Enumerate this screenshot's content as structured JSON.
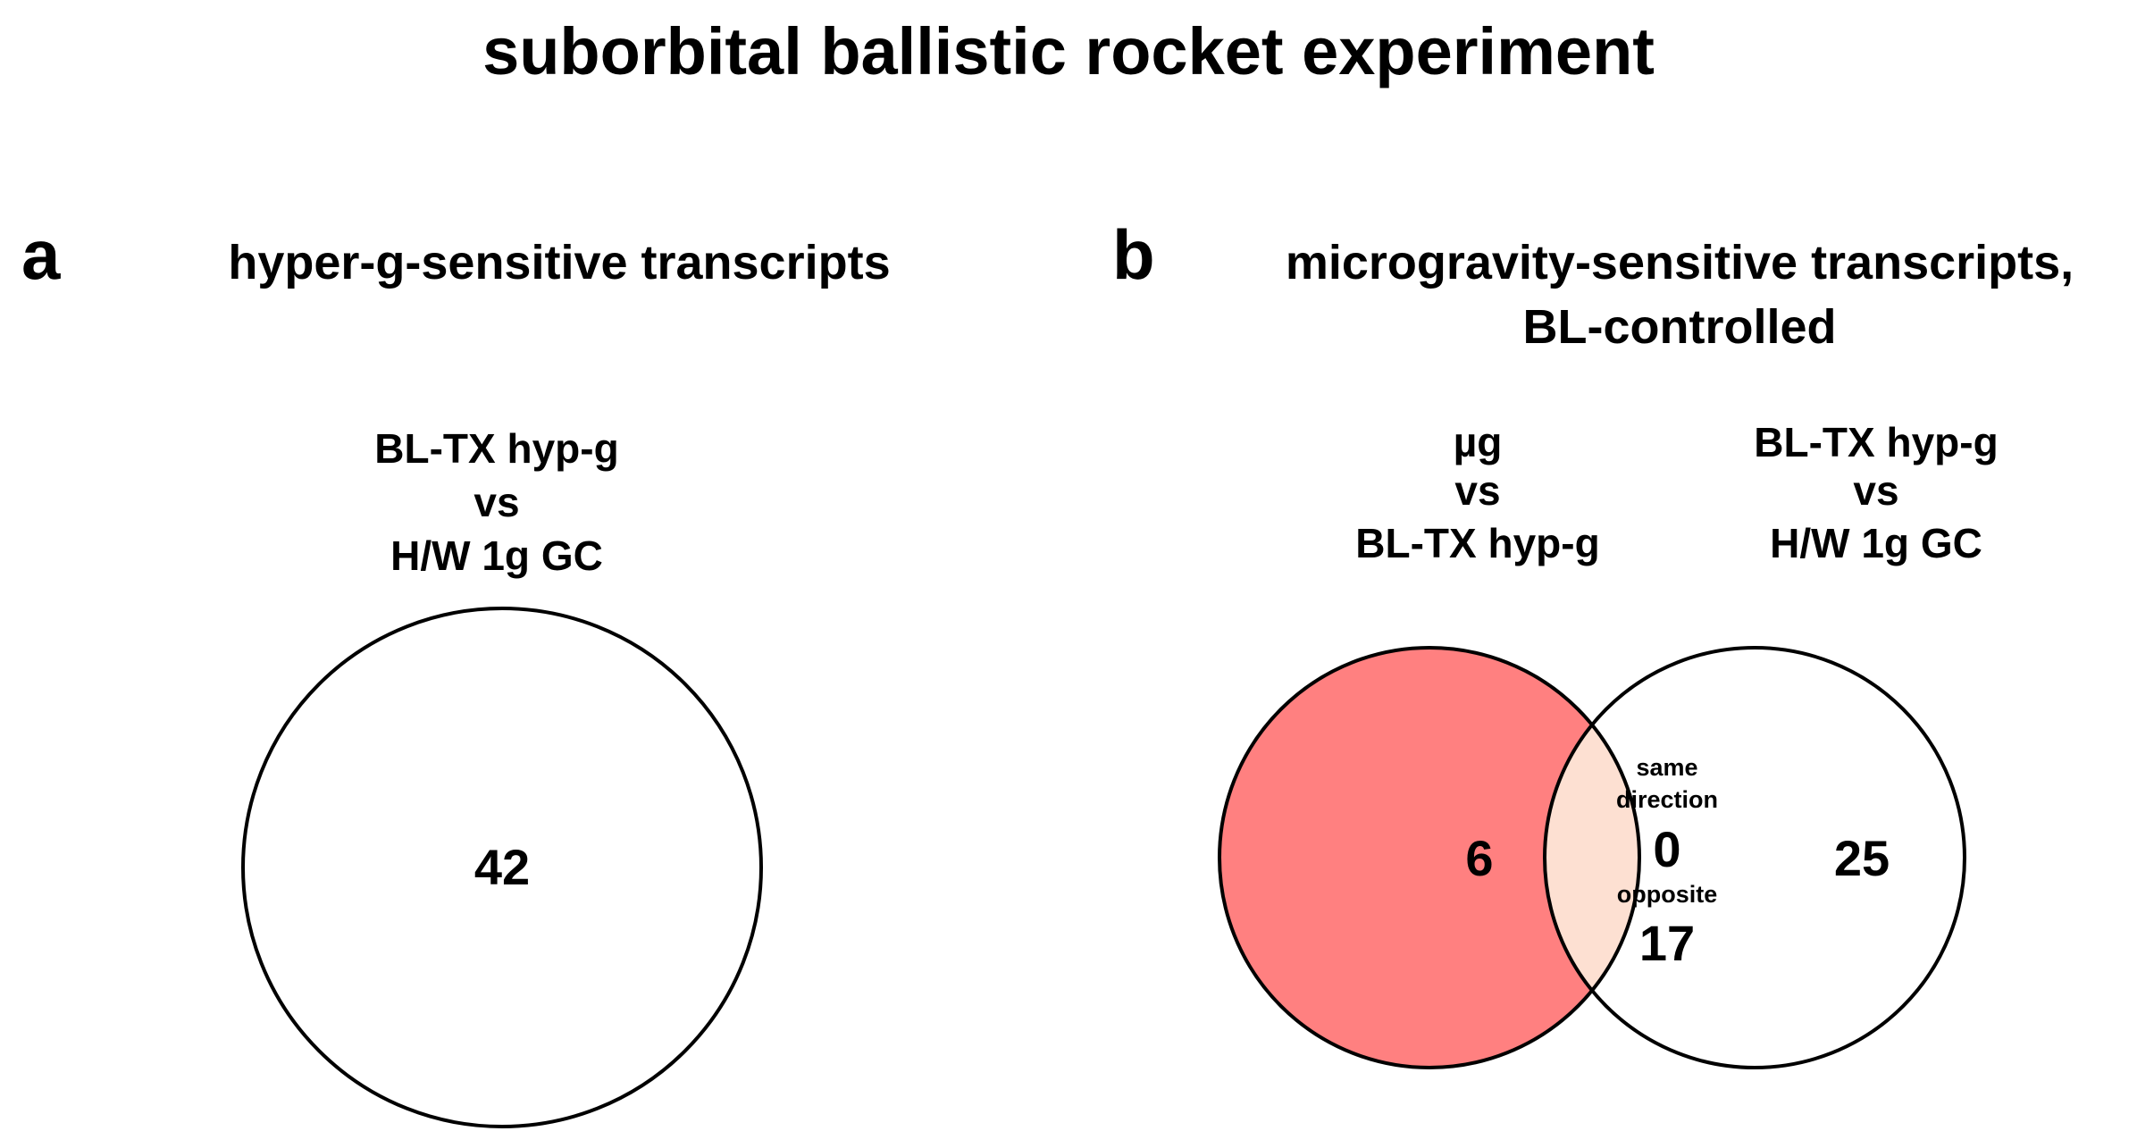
{
  "title": "suborbital ballistic rocket experiment",
  "colors": {
    "stroke": "#000000",
    "set_ug_fill": "#ff8080",
    "intersection_fill": "#fde0d2",
    "background": "#ffffff"
  },
  "panel_a": {
    "letter": "a",
    "title": "hyper-g-sensitive transcripts",
    "set": {
      "label_line1": "BL-TX hyp-g",
      "label_line2": "vs",
      "label_line3": "H/W 1g GC",
      "count": "42"
    }
  },
  "panel_b": {
    "letter": "b",
    "title_line1": "microgravity-sensitive transcripts,",
    "title_line2": "BL-controlled",
    "set_left": {
      "label_line1": "µg",
      "label_line2": "vs",
      "label_line3": "BL-TX hyp-g",
      "count": "6"
    },
    "set_right": {
      "label_line1": "BL-TX hyp-g",
      "label_line2": "vs",
      "label_line3": "H/W 1g GC",
      "count": "25"
    },
    "intersection": {
      "same_label_line1": "same",
      "same_label_line2": "direction",
      "same_count": "0",
      "opposite_label": "opposite",
      "opposite_count": "17"
    }
  }
}
